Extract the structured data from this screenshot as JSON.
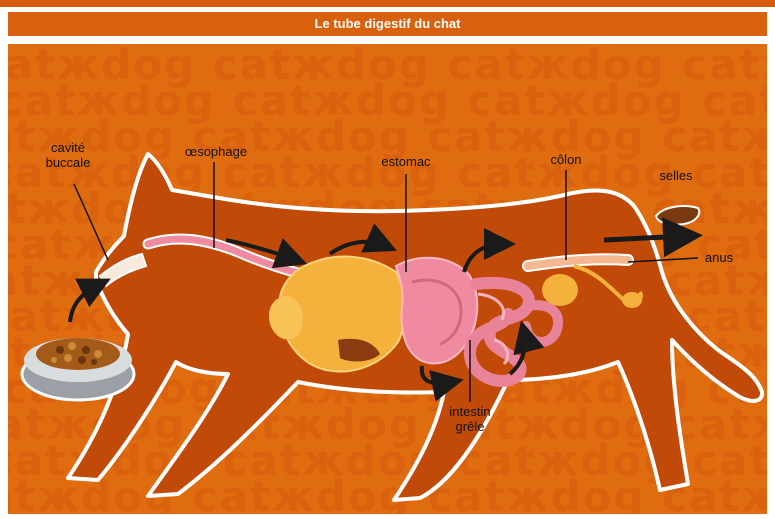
{
  "header": {
    "title": "Le tube digestif du chat"
  },
  "watermark": {
    "text": "catжdog catжdog catжdog catжdog catжdog catжdog"
  },
  "labels": {
    "cavite": [
      "cavité",
      "buccale"
    ],
    "oesophage": "œsophage",
    "estomac": "estomac",
    "colon": "côlon",
    "selles": "selles",
    "anus": "anus",
    "intestin": [
      "intestin",
      "grêle"
    ]
  },
  "colors": {
    "background": "#e06c10",
    "title_bar": "#d9600c",
    "cat_body": "#c24a08",
    "outline": "#ffffff",
    "liver": "#f4b13b",
    "stomach": "#f08aa0",
    "intestine": "#e8839a",
    "stool": "#7a3a10",
    "arrow": "#1a1a1a"
  }
}
